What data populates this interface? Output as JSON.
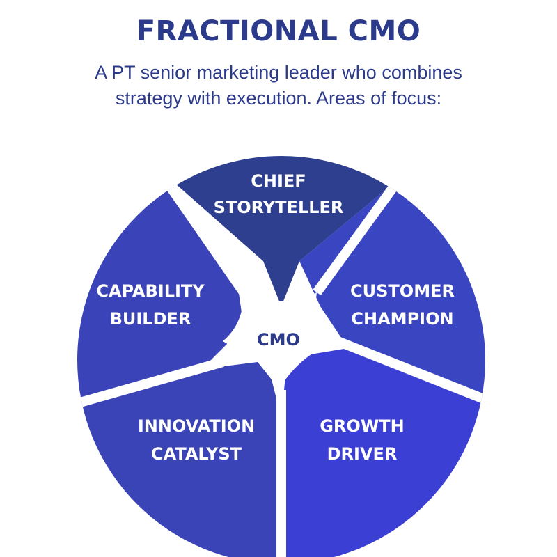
{
  "header": {
    "title": "FRACTIONAL CMO",
    "subtitle_line1": "A PT senior marketing leader who combines",
    "subtitle_line2": "strategy with execution. Areas of focus:"
  },
  "diagram": {
    "center_label": "CMO",
    "segments": [
      {
        "line1": "CHIEF",
        "line2": "STORYTELLER",
        "color": "#2e3f8f"
      },
      {
        "line1": "CUSTOMER",
        "line2": "CHAMPION",
        "color": "#3a45c2"
      },
      {
        "line1": "GROWTH",
        "line2": "DRIVER",
        "color": "#3b3fd3"
      },
      {
        "line1": "INNOVATION",
        "line2": "CATALYST",
        "color": "#3a44b6"
      },
      {
        "line1": "CAPABILITY",
        "line2": "BUILDER",
        "color": "#3a44b8"
      }
    ],
    "divider_color": "#ffffff"
  }
}
